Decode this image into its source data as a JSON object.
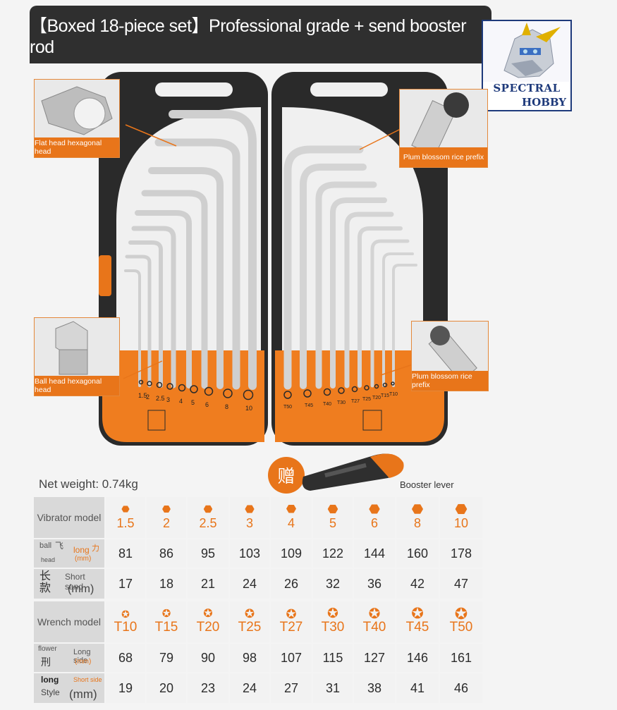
{
  "banner": {
    "title": "【Boxed 18-piece set】Professional grade + send booster rod"
  },
  "logo": {
    "line1": "SPECTRAL",
    "line2": "HOBBY"
  },
  "callouts": {
    "flat_head": "Flat head hexagonal head",
    "ball_head": "Ball head hexagonal head",
    "plum_top": "Plum blossom rice prefix",
    "plum_bottom": "Plum blossom rice prefix"
  },
  "case_left_sizes": [
    "1.5",
    "2",
    "2.5",
    "3",
    "4",
    "5",
    "6",
    "8",
    "10"
  ],
  "case_right_sizes": [
    "T50",
    "T45",
    "T40",
    "T30",
    "T27",
    "T25",
    "T20",
    "T15",
    "T10"
  ],
  "gift_badge": "赠",
  "net_weight": "Net weight: 0.74kg",
  "booster_label": "Booster lever",
  "hex_table": {
    "header_label": "Vibrator model",
    "sizes": [
      "1.5",
      "2",
      "2.5",
      "3",
      "4",
      "5",
      "6",
      "8",
      "10"
    ],
    "ball_head_label": "ball",
    "ball_head_label2": "head",
    "ball_char": "飞",
    "long_label": "long",
    "long_char": "力",
    "long_unit": "(mm)",
    "long_values": [
      "81",
      "86",
      "95",
      "103",
      "109",
      "122",
      "144",
      "160",
      "178"
    ],
    "long_style_chars": "长\n款",
    "short_label": "Short sand",
    "short_unit": "(mm)",
    "short_values": [
      "17",
      "18",
      "21",
      "24",
      "26",
      "32",
      "36",
      "42",
      "47"
    ]
  },
  "torx_table": {
    "header_label": "Wrench model",
    "sizes": [
      "T10",
      "T15",
      "T20",
      "T25",
      "T27",
      "T30",
      "T40",
      "T45",
      "T50"
    ],
    "flower_label": "flower",
    "flower_char": "刑",
    "long_side_label": "Long side",
    "long_side_unit": "(mm)",
    "long_values": [
      "68",
      "79",
      "90",
      "98",
      "107",
      "115",
      "127",
      "146",
      "161"
    ],
    "long_style1": "long",
    "long_style2": "Style",
    "short_side_label": "Short side",
    "short_side_unit": "(mm)",
    "short_values": [
      "19",
      "20",
      "23",
      "24",
      "27",
      "31",
      "38",
      "41",
      "46"
    ]
  },
  "colors": {
    "accent": "#e8751a",
    "banner": "#2f2f2f",
    "case": "#2a2a2a",
    "logo_blue": "#1e3a7b"
  }
}
